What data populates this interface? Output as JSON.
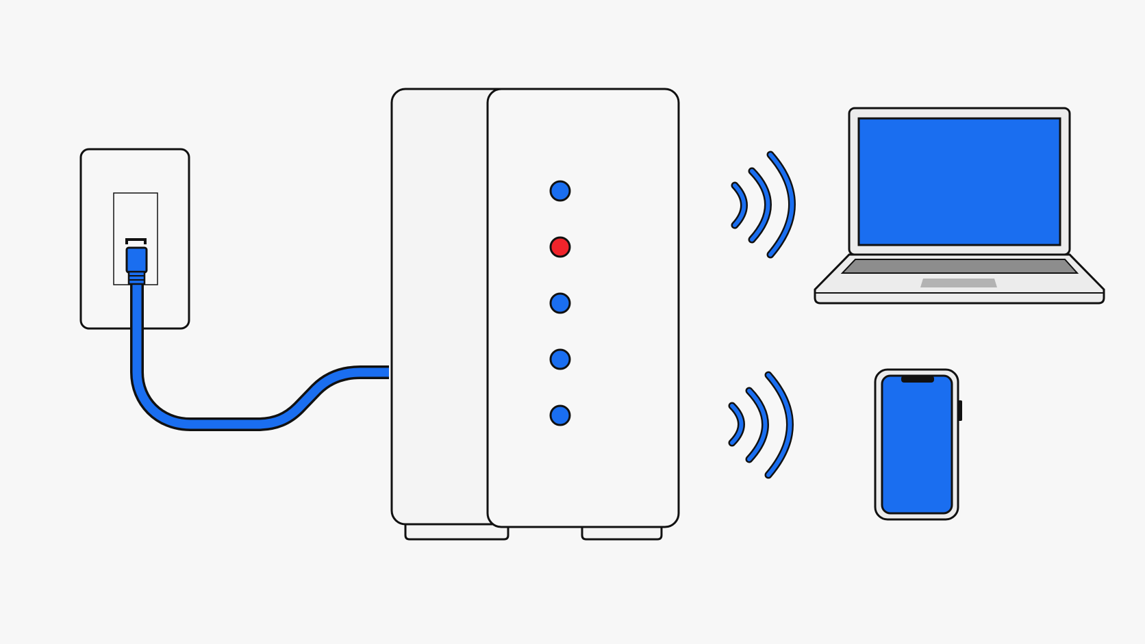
{
  "colors": {
    "background": "#f7f7f7",
    "outline": "#111111",
    "device_body": "#f4f4f4",
    "device_face": "#f7f7f7",
    "accent_blue": "#1a6ef0",
    "alert_red": "#f0242b",
    "keyboard_gray": "#8d8d8d",
    "laptop_base": "#ececec"
  },
  "router": {
    "status_lights": [
      {
        "state": "on",
        "color": "blue"
      },
      {
        "state": "alert",
        "color": "red"
      },
      {
        "state": "on",
        "color": "blue"
      },
      {
        "state": "on",
        "color": "blue"
      },
      {
        "state": "on",
        "color": "blue"
      }
    ]
  },
  "wifi_signals": [
    {
      "target": "laptop",
      "arcs": 3
    },
    {
      "target": "phone",
      "arcs": 3
    }
  ],
  "icons": {
    "wall_jack": "ethernet-wall-jack-icon",
    "cable": "ethernet-cable",
    "router": "router-icon",
    "laptop": "laptop-icon",
    "phone": "smartphone-icon",
    "wifi": "wifi-signal-icon"
  }
}
